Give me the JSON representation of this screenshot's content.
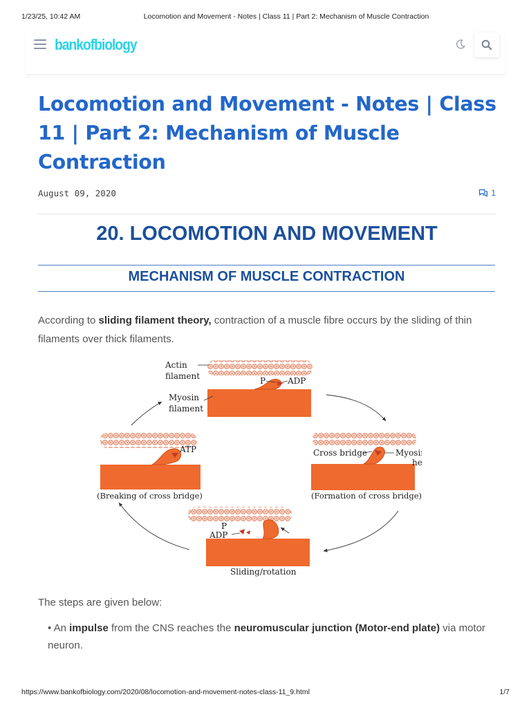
{
  "print_header": {
    "datetime": "1/23/25, 10:42 AM",
    "doc_title": "Locomotion and Movement - Notes | Class 11 | Part 2: Mechanism of Muscle Contraction"
  },
  "site": {
    "logo_text": "bankofbiology",
    "logo_color": "#2ad3e8",
    "icons": [
      "menu-icon",
      "moon-icon",
      "search-icon"
    ]
  },
  "post": {
    "title": "Locomotion and Movement - Notes | Class 11 | Part 2: Mechanism of Muscle Contraction",
    "date": "August 09, 2020",
    "comment_count": "1",
    "accent_color": "#2367c9"
  },
  "content": {
    "chapter_heading": "20. LOCOMOTION AND MOVEMENT",
    "section_heading": "MECHANISM OF MUSCLE CONTRACTION",
    "intro_pre": "According to ",
    "intro_bold": "sliding filament theory,",
    "intro_post": " contraction of a muscle fibre occurs by the sliding of thin filaments over thick filaments.",
    "steps_intro": "The steps are given below:",
    "step1_bullet": "•",
    "step1_a": " An ",
    "step1_b": "impulse",
    "step1_c": " from the CNS reaches the ",
    "step1_d": "neuromuscular junction (Motor-end plate)",
    "step1_e": " via motor neuron."
  },
  "diagram": {
    "label_actin": "Actin",
    "label_actin2": "filament",
    "label_p_adp": "P",
    "label_adp": "ADP",
    "label_myosin": "Myosin",
    "label_myosin2": "filament",
    "label_atp": "ATP",
    "label_cross_bridge": "Cross bridge",
    "label_myosin_head": "Myosin",
    "label_myosin_head2": "head",
    "caption_breaking": "(Breaking of cross bridge)",
    "caption_formation": "(Formation of cross bridge)",
    "label_p_bottom": "P",
    "label_adp_bottom": "ADP",
    "caption_sliding": "Sliding/rotation"
  },
  "print_footer": {
    "url": "https://www.bankofbiology.com/2020/08/locomotion-and-movement-notes-class-11_9.html",
    "page": "1/7"
  }
}
